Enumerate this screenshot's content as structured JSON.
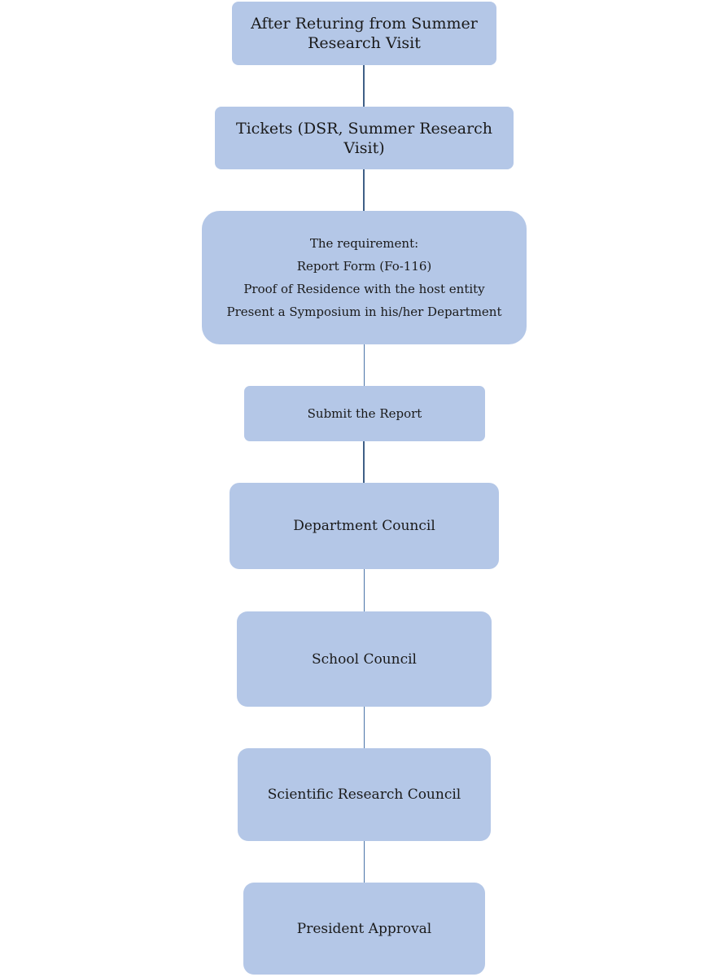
{
  "flowchart": {
    "step1": {
      "lines": [
        "After Returing from Summer",
        "Research Visit"
      ]
    },
    "step2": {
      "lines": [
        "Tickets (DSR, Summer Research",
        "Visit)"
      ]
    },
    "step3": {
      "lines": [
        "The requirement:",
        "Report Form (Fo-116)",
        "Proof of Residence with the host entity",
        "Present a Symposium in his/her Department"
      ]
    },
    "step4": {
      "label": "Submit the Report"
    },
    "step5": {
      "label": "Department Council"
    },
    "step6": {
      "label": "School Council"
    },
    "step7": {
      "label": "Scientific Research Council"
    },
    "step8": {
      "label": "President Approval"
    }
  },
  "colors": {
    "node_fill": "#b4c7e7",
    "connector": "#3f5f86"
  }
}
